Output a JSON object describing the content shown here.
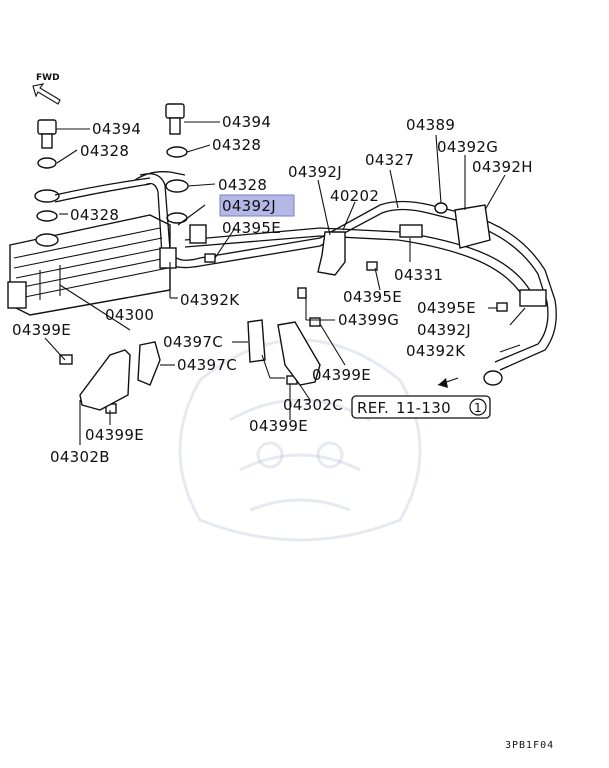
{
  "direction_label": "FWD",
  "reference": {
    "prefix": "REF.",
    "number": "11-130",
    "circle": "1"
  },
  "footer_code": "3PB1F04",
  "highlight_color": "#b5b8e6",
  "parts": {
    "p1": "04394",
    "p2": "04328",
    "p3": "04328",
    "p4": "04394",
    "p5": "04328",
    "p6": "04328",
    "p7": "04392J",
    "p8": "04395E",
    "p9": "04392K",
    "p10": "04300",
    "p11": "04399E",
    "p12": "04302B",
    "p13": "04399E",
    "p14": "04397C",
    "p15": "04397C",
    "p16": "04399E",
    "p17": "04302C",
    "p18": "04399E",
    "p19": "04399G",
    "p20": "04395E",
    "p21": "04392J",
    "p22": "40202",
    "p23": "04327",
    "p24": "04331",
    "p25": "04389",
    "p26": "04392G",
    "p27": "04392H",
    "p28": "04395E",
    "p29": "04392J",
    "p30": "04392K"
  }
}
